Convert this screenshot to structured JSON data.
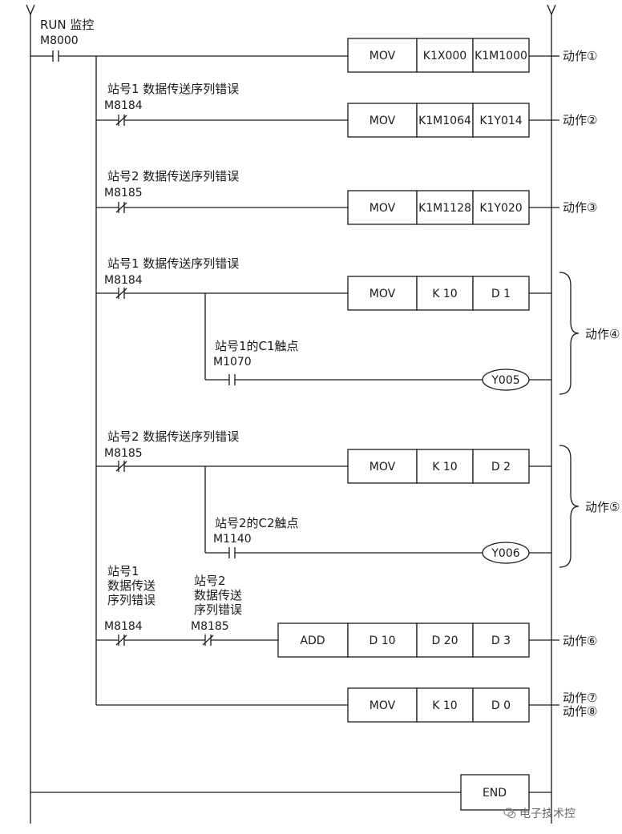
{
  "rungs": [
    {
      "contacts": [
        {
          "label": "RUN 监控",
          "device": "M8000",
          "type": "NO"
        }
      ],
      "instructions": [
        {
          "op": "MOV",
          "args": [
            "K1X000",
            "K1M1000"
          ]
        }
      ],
      "action": "动作①"
    },
    {
      "contacts": [
        {
          "label": "站号1  数据传送序列错误",
          "device": "M8184",
          "type": "NC"
        }
      ],
      "instructions": [
        {
          "op": "MOV",
          "args": [
            "K1M1064",
            "K1Y014"
          ]
        }
      ],
      "action": "动作②"
    },
    {
      "contacts": [
        {
          "label": "站号2  数据传送序列错误",
          "device": "M8185",
          "type": "NC"
        }
      ],
      "instructions": [
        {
          "op": "MOV",
          "args": [
            "K1M1128",
            "K1Y020"
          ]
        }
      ],
      "action": "动作③"
    },
    {
      "contacts": [
        {
          "label": "站号1  数据传送序列错误",
          "device": "M8184",
          "type": "NC"
        },
        {
          "label": "站号1的C1触点",
          "device": "M1070",
          "type": "NO"
        }
      ],
      "instructions": [
        {
          "op": "MOV",
          "args": [
            "K 10",
            "D  1"
          ]
        }
      ],
      "coil": "Y005",
      "action": "动作④"
    },
    {
      "contacts": [
        {
          "label": "站号2  数据传送序列错误",
          "device": "M8185",
          "type": "NC"
        },
        {
          "label": "站号2的C2触点",
          "device": "M1140",
          "type": "NO"
        }
      ],
      "instructions": [
        {
          "op": "MOV",
          "args": [
            "K 10",
            "D  2"
          ]
        }
      ],
      "coil": "Y006",
      "action": "动作⑤"
    },
    {
      "contacts": [
        {
          "label_lines": [
            "站号1",
            "数据传送",
            "序列错误"
          ],
          "device": "M8184",
          "type": "NC"
        },
        {
          "label_lines": [
            "站号2",
            "数据传送",
            "序列错误"
          ],
          "device": "M8185",
          "type": "NC"
        }
      ],
      "instructions": [
        {
          "op": "ADD",
          "args": [
            "D 10",
            "D 20",
            "D  3"
          ]
        }
      ],
      "action": "动作⑥"
    },
    {
      "instructions": [
        {
          "op": "MOV",
          "args": [
            "K 10",
            "D  0"
          ]
        }
      ],
      "action_lines": [
        "动作⑦",
        "动作⑧"
      ]
    }
  ],
  "end_label": "END",
  "watermark": {
    "text": "电子技术控",
    "icon": "wechat-icon"
  }
}
